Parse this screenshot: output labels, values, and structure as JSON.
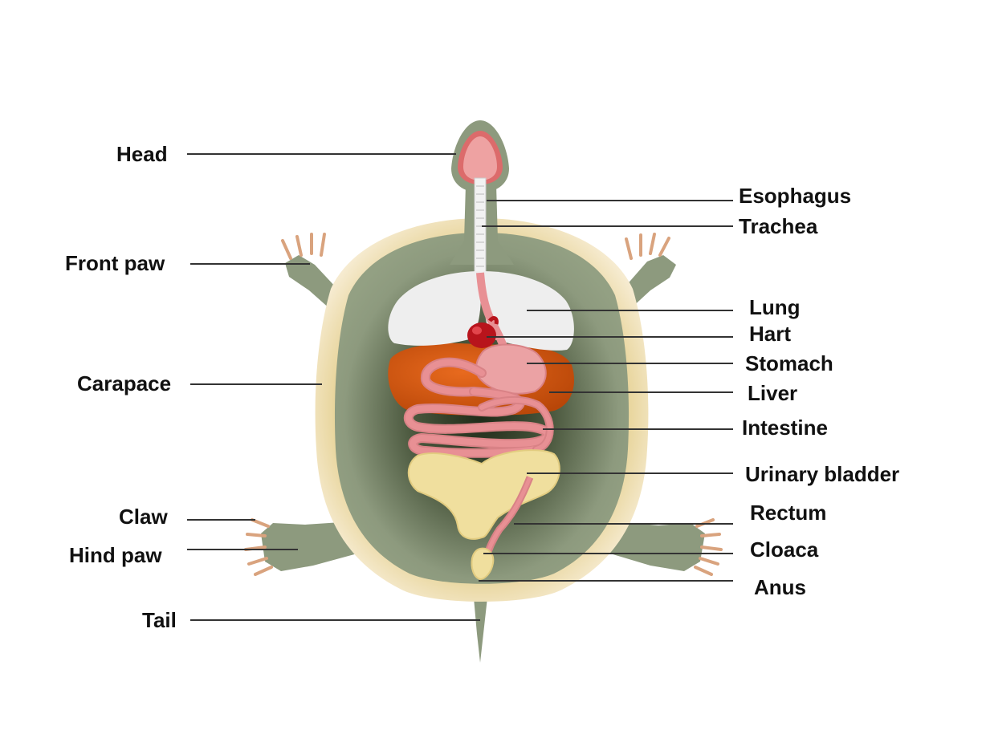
{
  "labels": {
    "head": "Head",
    "front_paw": "Front paw",
    "carapace": "Carapace",
    "claw": "Claw",
    "hind_paw": "Hind paw",
    "tail": "Tail",
    "esophagus": "Esophagus",
    "trachea": "Trachea",
    "lung": "Lung",
    "hart": "Hart",
    "stomach": "Stomach",
    "liver": "Liver",
    "intestine": "Intestine",
    "urinary_bladder": "Urinary bladder",
    "rectum": "Rectum",
    "cloaca": "Cloaca",
    "anus": "Anus"
  },
  "colors": {
    "skin": "#8d9a7e",
    "skin_dark": "#2f3a26",
    "shell_rim": "#e6cf92",
    "lung": "#eeeeee",
    "liver": "#d3560e",
    "stomach": "#eba2a4",
    "intestine": "#e89094",
    "bladder": "#f0df9e",
    "heart": "#b8141c",
    "head": "#eea2a2",
    "claw": "#d9a37e"
  }
}
